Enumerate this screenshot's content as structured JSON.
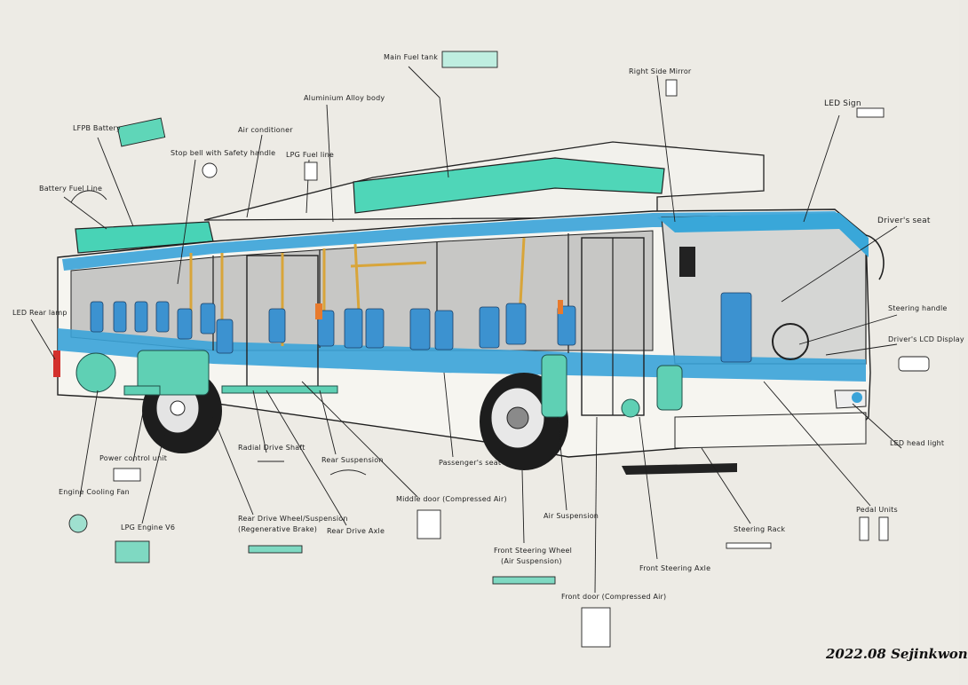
{
  "labels": {
    "main_fuel_tank": "Main Fuel tank",
    "right_side_mirror": "Right Side Mirror",
    "led_sign": "LED Sign",
    "aluminum_alloy_body": "Aluminium Alloy body",
    "air_conditioner": "Air conditioner",
    "lfpb_battery": "LFPB Battery",
    "stop_bell": "Stop bell with Safety handle",
    "lpg_fuel_line": "LPG Fuel line",
    "battery_fuel_line": "Battery Fuel Line",
    "drivers_seat": "Driver's seat",
    "steering_handle": "Steering handle",
    "drivers_lcd_display": "Driver's LCD Display",
    "led_rear_lamp": "LED Rear lamp",
    "led_head_light": "LED head light",
    "power_control_unit": "Power control unit",
    "radial_drive_shaft": "Radial Drive Shaft",
    "rear_suspension": "Rear Suspension",
    "passengers_seat": "Passenger's seat",
    "engine_cooling_fan": "Engine Cooling Fan",
    "middle_door": "Middle door (Compressed Air)",
    "air_suspension": "Air Suspension",
    "lpg_engine": "LPG Engine V6",
    "rear_drive_wheel": "Rear Drive Wheel/Suspension",
    "rear_drive_wheel_sub": "(Regenerative Brake)",
    "rear_drive_axle": "Rear Drive Axle",
    "front_steering_wheel": "Front Steering Wheel",
    "front_steering_wheel_sub": "(Air Suspension)",
    "steering_rack": "Steering Rack",
    "pedal_units": "Pedal Units",
    "front_steering_axle": "Front Steering Axle",
    "front_door": "Front door (Compressed Air)"
  },
  "signature": "2022.08 Sejinkwon",
  "colors": {
    "paper": "#edebe5",
    "ink": "#1e1e1e",
    "teal": "#3fd4b4",
    "blue": "#2e9fd8",
    "seat_blue": "#3a8fd0",
    "grey_glass": "#b8b8b8"
  }
}
